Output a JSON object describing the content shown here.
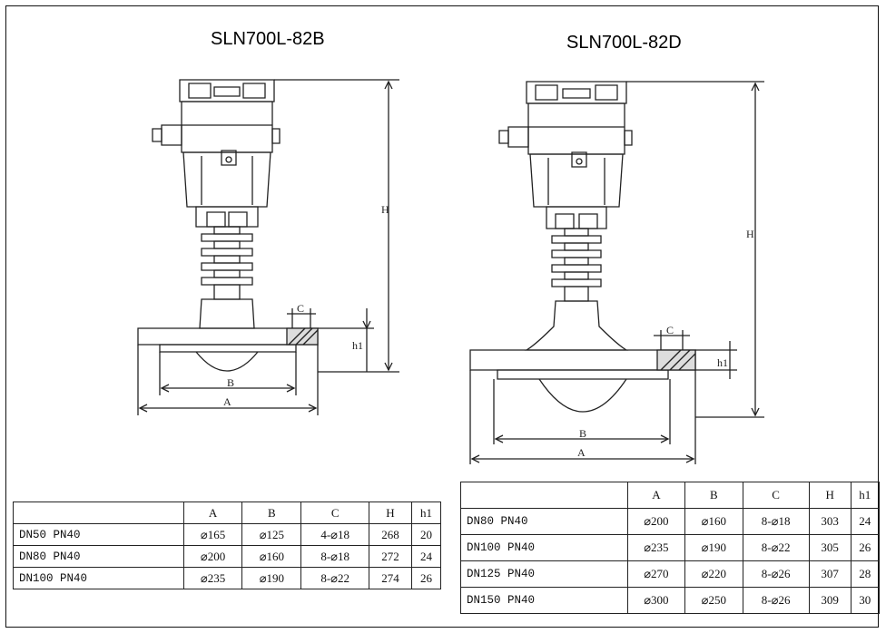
{
  "titles": {
    "left": "SLN700L-82B",
    "right": "SLN700L-82D"
  },
  "dimension_labels": {
    "A": "A",
    "B": "B",
    "C": "C",
    "H": "H",
    "h1": "h1"
  },
  "tables": {
    "left": {
      "headers": [
        "",
        "A",
        "B",
        "C",
        "H",
        "h1"
      ],
      "rows": [
        [
          "DN50 PN40",
          "⌀165",
          "⌀125",
          "4-⌀18",
          "268",
          "20"
        ],
        [
          "DN80 PN40",
          "⌀200",
          "⌀160",
          "8-⌀18",
          "272",
          "24"
        ],
        [
          "DN100 PN40",
          "⌀235",
          "⌀190",
          "8-⌀22",
          "274",
          "26"
        ]
      ]
    },
    "right": {
      "headers": [
        "",
        "A",
        "B",
        "C",
        "H",
        "h1"
      ],
      "rows": [
        [
          "DN80 PN40",
          "⌀200",
          "⌀160",
          "8-⌀18",
          "303",
          "24"
        ],
        [
          "DN100 PN40",
          "⌀235",
          "⌀190",
          "8-⌀22",
          "305",
          "26"
        ],
        [
          "DN125 PN40",
          "⌀270",
          "⌀220",
          "8-⌀26",
          "307",
          "28"
        ],
        [
          "DN150 PN40",
          "⌀300",
          "⌀250",
          "8-⌀26",
          "309",
          "30"
        ]
      ]
    }
  }
}
